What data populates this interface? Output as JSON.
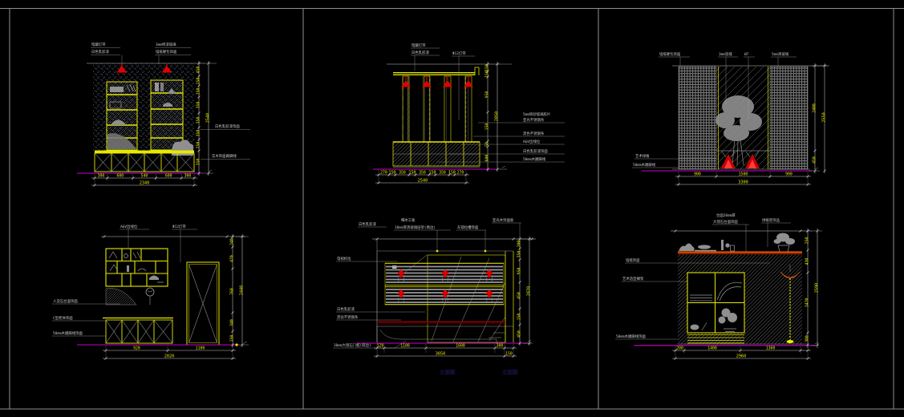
{
  "sheet": {
    "background": "#000000",
    "border_color": "#8f8f8f",
    "viewport_labels": [
      "立面图",
      "立面图"
    ]
  },
  "colors": {
    "line_yellow": "#e8e800",
    "dim_text": "#e8e800",
    "label_text": "#c4c4c4",
    "accent_red": "#e00000",
    "baseline_magenta": "#c800c8",
    "counter_orange": "#ff5500",
    "dark_red": "#7c0202",
    "hatch_gray": "#909090",
    "stipple_blue_gray": "#55617a"
  },
  "panels": {
    "p1": {
      "title": "wardrobe-elevation",
      "top_labels": [
        "暗藏灯带",
        "白色乳胶漆",
        "3mm烤漆玻璃",
        "墙纸硬包饰面"
      ],
      "side_labels": [
        "白色乳胶漆饰面",
        "实木饰面踢脚线"
      ],
      "dims_bottom": [
        "300",
        "600",
        "540",
        "600",
        "300"
      ],
      "dims_bottom_total": "2340",
      "dims_right": [
        "450",
        "250",
        "250",
        "350",
        "350",
        "350",
        "250",
        "350"
      ],
      "dims_right_total": "2540"
    },
    "p2": {
      "title": "screen-columns-elevation",
      "top_labels": [
        "暗藏灯带",
        "白色乳胶漆",
        "Φ12灯带"
      ],
      "side_labels": [
        "5mm喷砂玻璃胶片",
        "亚光不锈钢条",
        "黑色不锈钢条",
        "A&V出线位",
        "白色乳胶漆饰面",
        "50mm木踢脚线"
      ],
      "dims_bottom": [
        "270",
        "150",
        "350",
        "150",
        "350",
        "150",
        "350",
        "150",
        "270"
      ],
      "dims_bottom_total": "2540",
      "dims_right": [
        "150",
        "150",
        "950",
        "150",
        "50",
        "600"
      ],
      "dims_right_total": "2850"
    },
    "p3": {
      "title": "garden-wall-elevation",
      "top_labels": [
        "墙纸硬包饰面",
        "3mm宽缝",
        "W7",
        "5mm清玻璃"
      ],
      "side_labels": [
        "艺术绿植",
        "50mm木踢脚线"
      ],
      "dims_bottom": [
        "900",
        "1500",
        "900"
      ],
      "dims_bottom_total": "3300",
      "dims_right": [
        "2400",
        "450"
      ],
      "dims_right_total": "2550"
    },
    "p4": {
      "title": "cabinet-door-elevation",
      "top_labels": [
        "A&V出线位",
        "Φ12灯带"
      ],
      "side_labels": [
        "人造石台面饰面",
        "C型柜体饰面",
        "50mm木踢脚线饰面"
      ],
      "dims_bottom": [
        "920",
        "1100"
      ],
      "dims_bottom_total": "2020",
      "dims_right": [
        "240",
        "470",
        "760",
        "340",
        "150"
      ],
      "dims_right_total": "2440"
    },
    "p5": {
      "title": "tv-wall-elevation",
      "top_labels": [
        "白色乳胶漆",
        "细木工板",
        "10mm厚清玻璃层架(两边)",
        "灰镜拉槽饰面",
        "亚光木饰面板"
      ],
      "side_labels": [
        "电视机位",
        "白色乳胶漆",
        "黑钛不锈钢条",
        "30mm大理石门槛(斜边)"
      ],
      "dims_bottom": [
        "120",
        "1100",
        "1600",
        "300"
      ],
      "dims_bottom_total": "3050",
      "dims_bottom_extra": "150",
      "dims_right": [
        "200",
        "350",
        "950",
        "450",
        "150",
        "450"
      ],
      "dims_right_total": "2870"
    },
    "p6": {
      "title": "counter-niche-elevation",
      "top_labels": [
        "台面20mm厚",
        "大理石台面饰面",
        "绿植装饰品"
      ],
      "side_labels": [
        "墙纸饰面",
        "艺术造型搁架",
        "50mm木踢脚线饰面"
      ],
      "dims_bottom": [
        "200",
        "1400",
        "1360"
      ],
      "dims_bottom_total": "2960",
      "dims_right": [
        "250",
        "430",
        "1470",
        "380"
      ],
      "dims_right_total": "2590"
    }
  }
}
